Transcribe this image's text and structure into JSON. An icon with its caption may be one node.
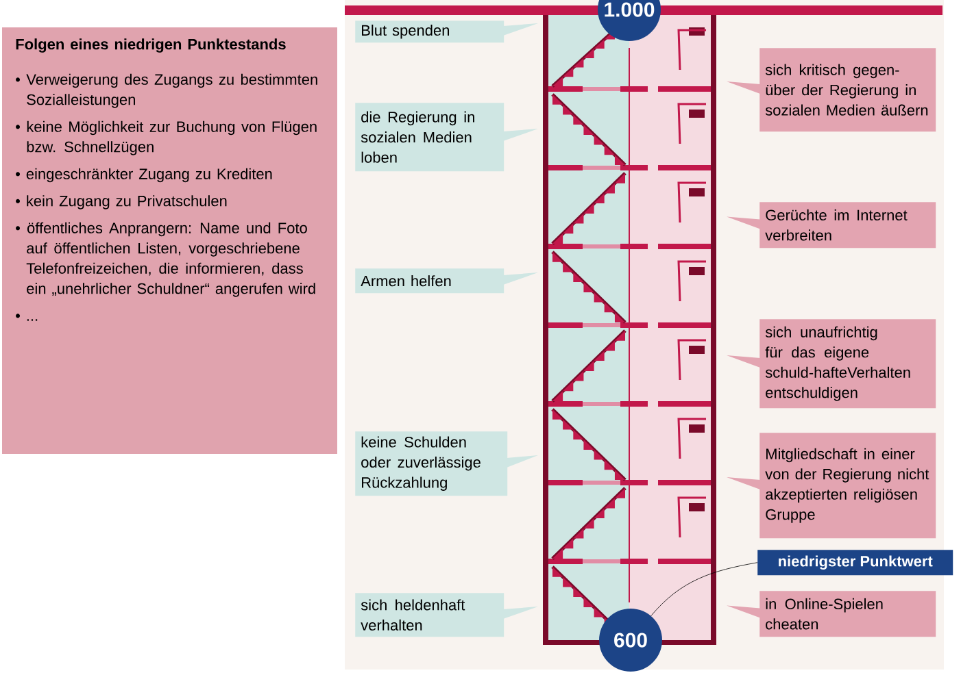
{
  "diagram": {
    "nodes": [
      {
        "text": [
          "Folgen eines niedrigen Punktestands",
          "• Verweigerung des Zugangs zu bestimmten Sozialleistungen",
          "• keine Möglichkeit zur Buchung von Flügen bzw. Schnellzügen",
          "• eingeschränkter Zugang zu Krediten",
          "• kein Zugang zu Privatschulen",
          "• öffentliches Anprangern: Name und Foto auf öffentlichen Listen, vorgeschriebene Telefonfreizeichen, die informieren, dass ein „unehrlicher Schuldner“ angerufen wird",
          "• ..."
        ]
      },
      {
        "text": [
          "1.000"
        ]
      },
      {
        "text": [
          "Blut spenden"
        ]
      },
      {
        "text": [
          "die Regierung in sozialen Medien loben"
        ]
      },
      {
        "text": [
          "Armen helfen"
        ]
      },
      {
        "text": [
          "keine Schulden oder zuverlässige Rückzahlung"
        ]
      },
      {
        "text": [
          "sich heldenhaft verhalten"
        ]
      },
      {
        "text": [
          "sich kritisch gegen-über der Regierung in sozialen Medien äußern"
        ]
      },
      {
        "text": [
          "Gerüchte im Internet verbreiten"
        ]
      },
      {
        "text": [
          "sich unaufrichtig für das eigene schuld-hafteVerhalten entschuldigen"
        ]
      },
      {
        "text": [
          "Mitgliedschaft in einer von der Regierung nicht akzeptierten religiösen Gruppe"
        ]
      },
      {
        "text": [
          "niedrigster Punktwert"
        ]
      },
      {
        "text": [
          "in Online-Spielen cheaten"
        ]
      },
      {
        "text": [
          "600"
        ]
      }
    ],
    "edges": [
      {
        "from": 11,
        "to": 13,
        "arrow": "none"
      }
    ]
  }
}
